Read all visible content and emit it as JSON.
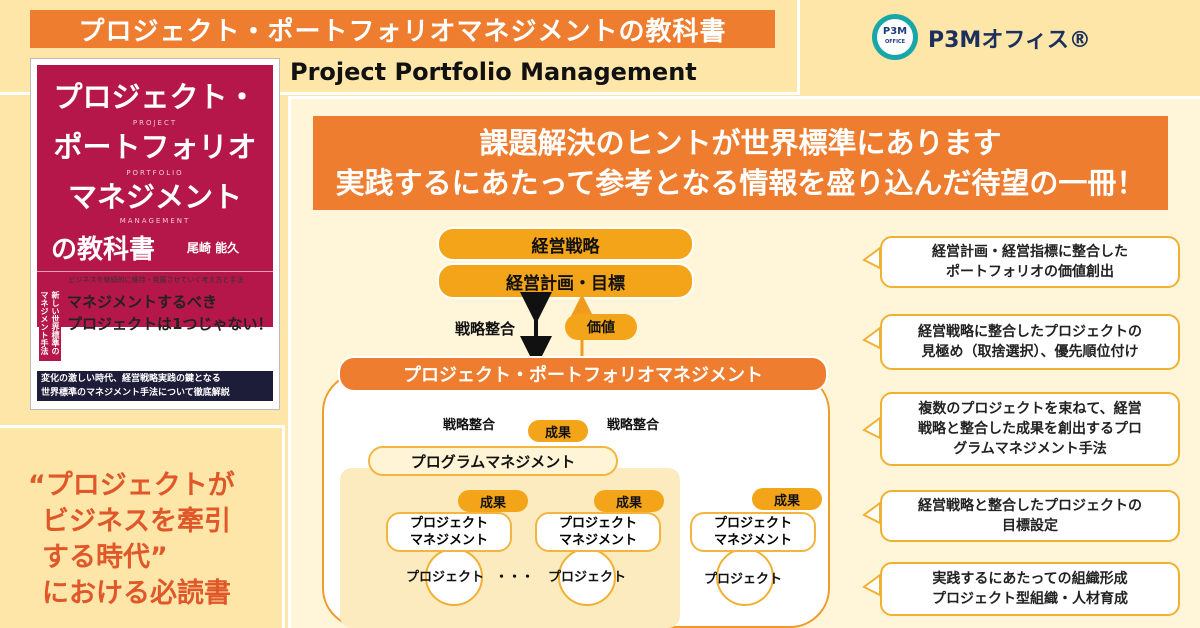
{
  "header": {
    "title": "プロジェクト・ポートフォリオマネジメントの教科書",
    "subtitle": "Project Portfolio Management"
  },
  "logo": {
    "mark_top": "P3M",
    "mark_bottom": "OFFICE",
    "name": "P3Mオフィス®"
  },
  "book": {
    "title_line1": "プロジェクト・",
    "title_line2": "ポートフォリオ",
    "title_line3": "マネジメント",
    "title_line4": "の教科書",
    "en1": "PROJECT",
    "en2": "PORTFOLIO",
    "en3": "MANAGEMENT",
    "author": "尾崎 能久",
    "tagline": "ビジネスを継続的に維持・発展させていく考え方と手法",
    "side_text": "新しい世界標準のマネジメント手法",
    "catch_line1": "マネジメントするべき",
    "catch_line2": "プロジェクトは1つじゃない！",
    "band_line1": "変化の激しい時代、経営戦略実践の鍵となる",
    "band_line2": "世界標準のマネジメント手法について徹底解説"
  },
  "catchphrase": {
    "line1": "“プロジェクトが",
    "line2": "ビジネスを牽引",
    "line3": "する時代”",
    "line4": "における必読書"
  },
  "headline": {
    "line1": "課題解決のヒントが世界標準にあります",
    "line2": "実践するにあたって参考となる情報を盛り込んだ待望の一冊！"
  },
  "diagram": {
    "strategy": "経営戦略",
    "plan": "経営計画・目標",
    "align_main": "戦略整合",
    "value": "価値",
    "ppm": "プロジェクト・ポートフォリオマネジメント",
    "align_left": "戦略整合",
    "align_right": "戦略整合",
    "result_top": "成果",
    "program": "プログラムマネジメント",
    "result_left": "成果",
    "result_mid": "成果",
    "result_right": "成果",
    "pm_left": "プロジェクト\nマネジメント",
    "pm_mid": "プロジェクト\nマネジメント",
    "pm_right": "プロジェクト\nマネジメント",
    "proj_left": "プロジェクト",
    "dots": "・・・",
    "proj_mid": "プロジェクト",
    "proj_right": "プロジェクト"
  },
  "callouts": [
    {
      "line1": "経営計画・経営指標に整合した",
      "line2": "ポートフォリオの価値創出"
    },
    {
      "line1": "経営戦略に整合したプロジェクトの",
      "line2": "見極め（取捨選択）、優先順位付け"
    },
    {
      "line1": "複数のプロジェクトを束ねて、経営",
      "line2": "戦略と整合した成果を創出するプロ",
      "line3": "グラムマネジメント手法"
    },
    {
      "line1": "経営戦略と整合したプロジェクトの",
      "line2": "目標設定"
    },
    {
      "line1": "実践するにあたっての組織形成",
      "line2": "プロジェクト型組織・人材育成"
    }
  ],
  "colors": {
    "accent_orange": "#ee7d30",
    "accent_yellow": "#f4a418",
    "background": "#fde6a8",
    "book_red": "#b5174a"
  }
}
